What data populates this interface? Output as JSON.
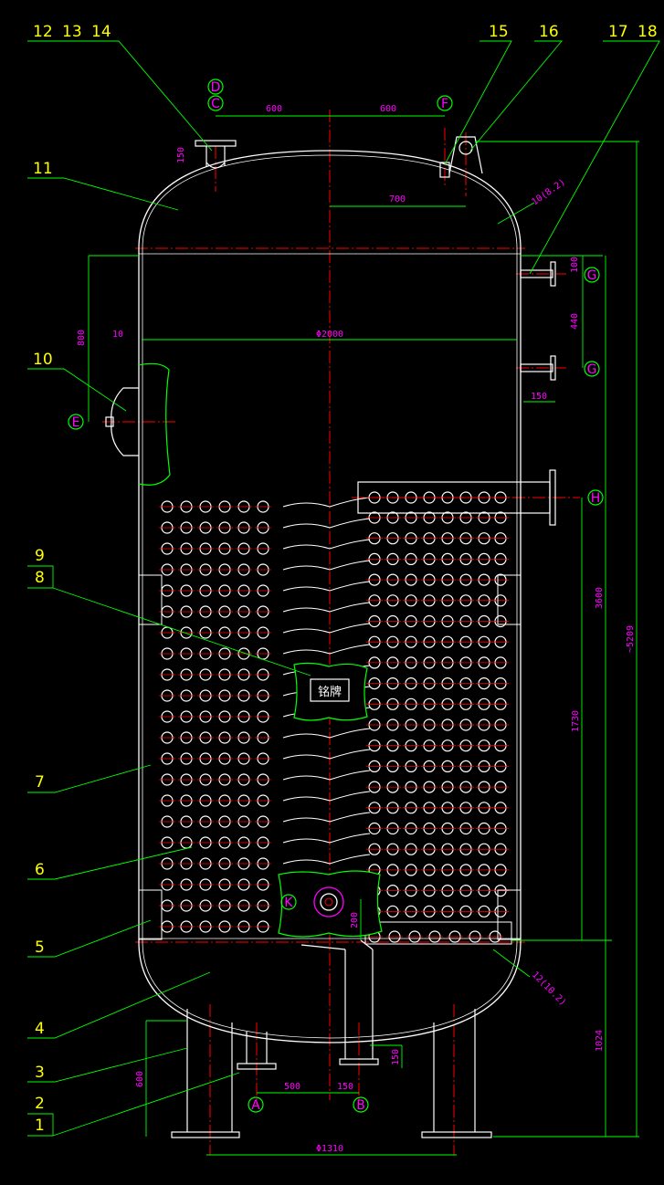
{
  "colors": {
    "background": "#000000",
    "outline": "#ffffff",
    "leader": "#00ff00",
    "centerline": "#ff0000",
    "dimension": "#ff00ff",
    "label": "#ffff00"
  },
  "part_labels": {
    "p1": "1",
    "p2": "2",
    "p3": "3",
    "p4": "4",
    "p5": "5",
    "p6": "6",
    "p7": "7",
    "p8": "8",
    "p9": "9",
    "p10": "10",
    "p11": "11",
    "p12": "12",
    "p13": "13",
    "p14": "14",
    "p15": "15",
    "p16": "16",
    "p17": "17",
    "p18": "18"
  },
  "nozzles": {
    "A": "A",
    "B": "B",
    "C": "C",
    "D": "D",
    "E": "E",
    "F": "F",
    "G1": "G",
    "G2": "G",
    "H": "H",
    "K": "K"
  },
  "dimensions": {
    "d600_left": "600",
    "d600_right": "600",
    "d150_top": "150",
    "d700": "700",
    "d_head_top": "10(8.2)",
    "d100": "100",
    "d440": "440",
    "d150_side": "150",
    "d800": "800",
    "d10": "10",
    "d_phi2000": "Φ2000",
    "d3600": "3600",
    "d5209": "~5209",
    "d1730": "1730",
    "d200": "200",
    "d_head_bottom": "12(10.2)",
    "d1024": "1024",
    "d600_leg": "600",
    "d150_bottom": "150",
    "d500": "500",
    "d150_b": "150",
    "d_phi1310": "Φ1310"
  },
  "nameplate": "铭牌"
}
